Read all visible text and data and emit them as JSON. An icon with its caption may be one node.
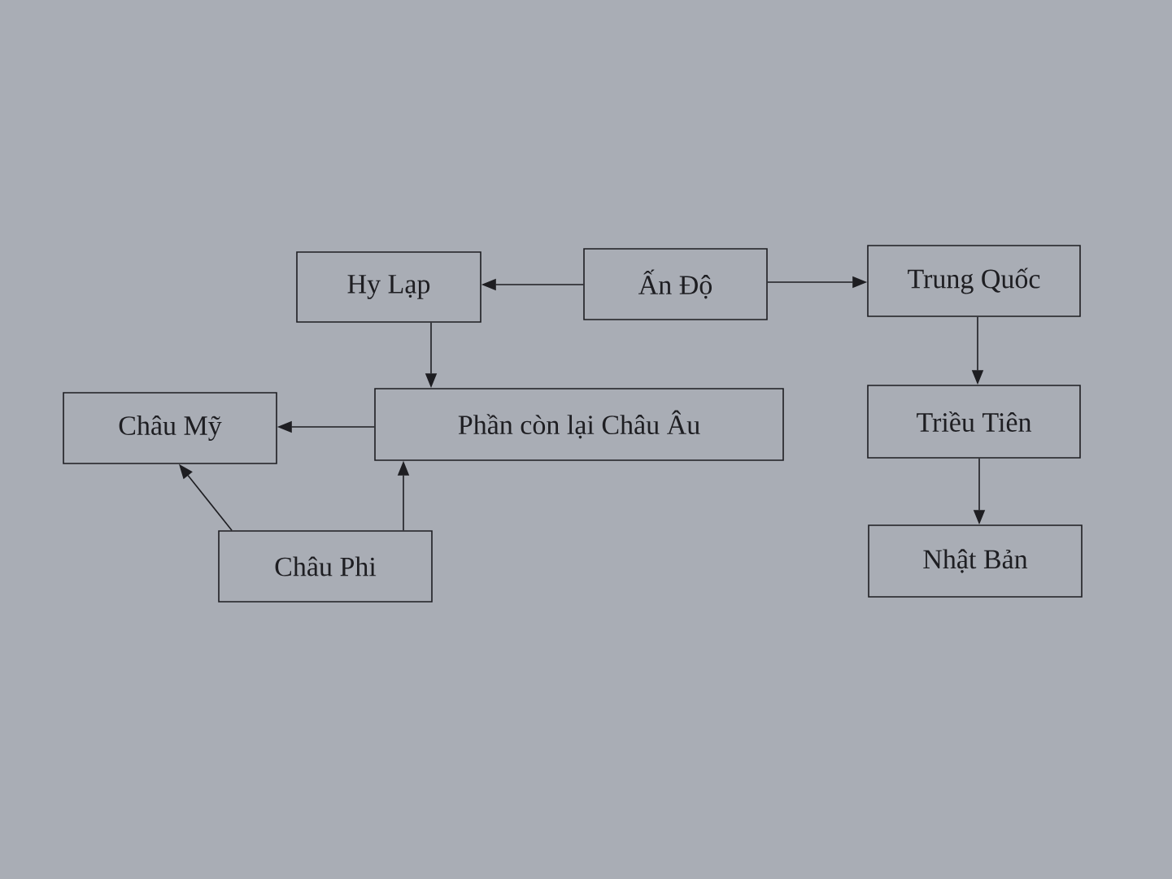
{
  "diagram": {
    "nodes": [
      {
        "text": [
          "Hy Lạp"
        ]
      },
      {
        "text": [
          "Ấn Độ"
        ]
      },
      {
        "text": [
          "Trung Quốc"
        ]
      },
      {
        "text": [
          "Châu Mỹ"
        ]
      },
      {
        "text": [
          "Phần còn lại Châu Âu"
        ]
      },
      {
        "text": [
          "Triều Tiên"
        ]
      },
      {
        "text": [
          "Châu Phi"
        ]
      },
      {
        "text": [
          "Nhật Bản"
        ]
      }
    ],
    "edges": [
      {
        "from": 1,
        "to": 0,
        "arrow": "to"
      },
      {
        "from": 1,
        "to": 2,
        "arrow": "to"
      },
      {
        "from": 0,
        "to": 4,
        "arrow": "to"
      },
      {
        "from": 4,
        "to": 3,
        "arrow": "to"
      },
      {
        "from": 6,
        "to": 3,
        "arrow": "to"
      },
      {
        "from": 6,
        "to": 4,
        "arrow": "to"
      },
      {
        "from": 2,
        "to": 5,
        "arrow": "to"
      },
      {
        "from": 5,
        "to": 7,
        "arrow": "to"
      }
    ]
  }
}
